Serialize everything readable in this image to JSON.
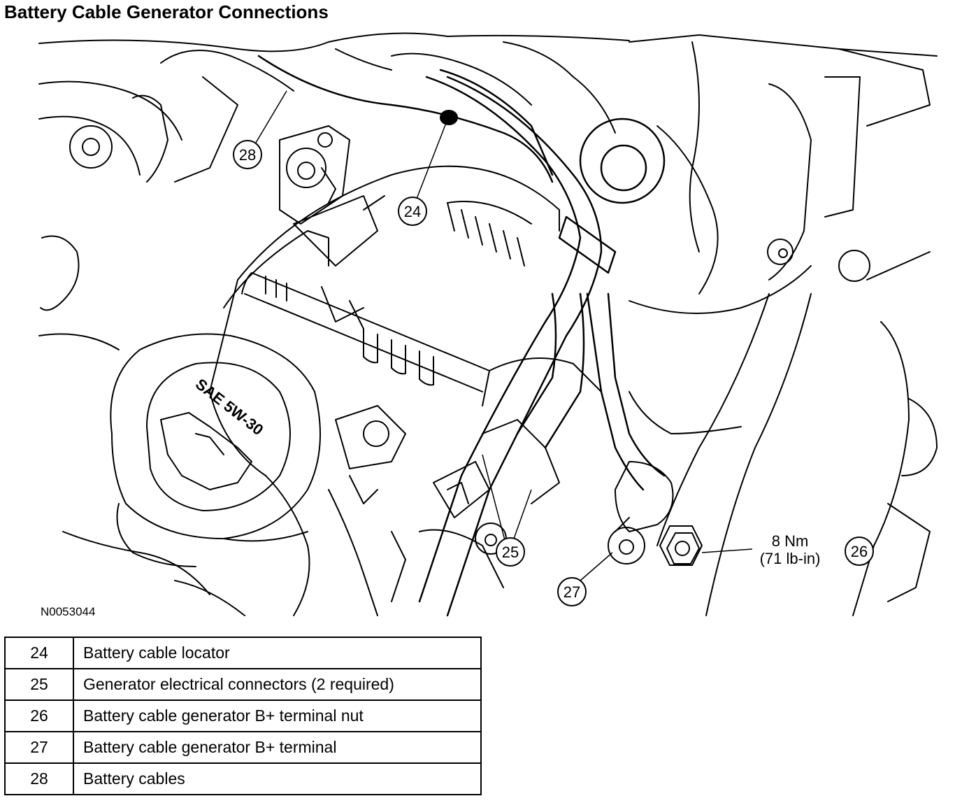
{
  "title": "Battery Cable Generator Connections",
  "figure_id": "N0053044",
  "cap_text": "SAE 5W-30",
  "torque_spec": {
    "metric": "8 Nm",
    "imperial": "(71 lb-in)"
  },
  "callouts": [
    "24",
    "25",
    "26",
    "27",
    "28"
  ],
  "legend": [
    {
      "number": "24",
      "description": "Battery cable locator"
    },
    {
      "number": "25",
      "description": "Generator electrical connectors (2 required)"
    },
    {
      "number": "26",
      "description": "Battery cable generator B+ terminal nut"
    },
    {
      "number": "27",
      "description": "Battery cable generator B+ terminal"
    },
    {
      "number": "28",
      "description": "Battery cables"
    }
  ]
}
